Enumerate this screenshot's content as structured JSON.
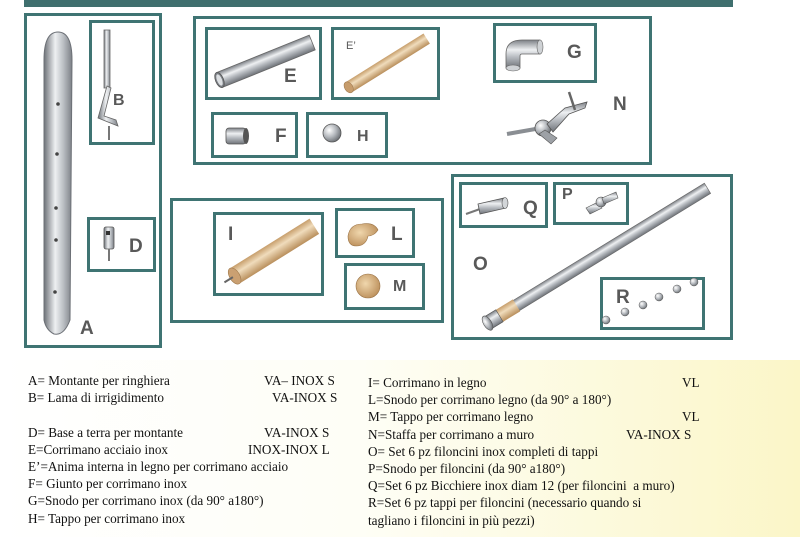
{
  "labels": {
    "A": "A",
    "B": "B",
    "D": "D",
    "E": "E",
    "E_prime": "E’",
    "F": "F",
    "H": "H",
    "G": "G",
    "N": "N",
    "I": "I",
    "L": "L",
    "M": "M",
    "O": "O",
    "Q": "Q",
    "P": "P",
    "R": "R"
  },
  "legend_left": [
    {
      "text": "A= Montante per ringhiera",
      "code": "VA– INOX S"
    },
    {
      "text": "B= Lama di irrigidimento",
      "code": "VA-INOX S"
    },
    {
      "text": "",
      "code": ""
    },
    {
      "text": "D= Base a terra per montante",
      "code": "VA-INOX S"
    },
    {
      "text": "E=Corrimano acciaio inox",
      "code": "INOX-INOX L"
    },
    {
      "text": "E’=Anima interna in legno per corrimano acciaio",
      "code": ""
    },
    {
      "text": "F= Giunto per corrimano inox",
      "code": ""
    },
    {
      "text": "G=Snodo per corrimano inox (da 90° a180°)",
      "code": ""
    },
    {
      "text": "H= Tappo per corrimano inox",
      "code": ""
    }
  ],
  "legend_right": [
    {
      "text": "I= Corrimano in legno",
      "code": "VL"
    },
    {
      "text": "L=Snodo per corrimano legno (da 90° a 180°)",
      "code": ""
    },
    {
      "text": "M= Tappo per corrimano legno",
      "code": "VL"
    },
    {
      "text": "N=Staffa per corrimano a muro",
      "code": "VA-INOX S"
    },
    {
      "text": "O= Set 6 pz filoncini inox completi di tappi",
      "code": ""
    },
    {
      "text": "P=Snodo per filoncini (da 90° a180°)",
      "code": ""
    },
    {
      "text": "Q=Set 6 pz Bicchiere inox diam 12 (per filoncini  a muro)",
      "code": ""
    },
    {
      "text": "R=Set 6 pz tappi per filoncini (necessario quando si",
      "code": ""
    },
    {
      "text": "tagliano i filoncini in più pezzi)",
      "code": ""
    }
  ],
  "colors": {
    "frame": "#3f7473",
    "steel": "#a9adb2",
    "wood": "#d9b98c"
  }
}
